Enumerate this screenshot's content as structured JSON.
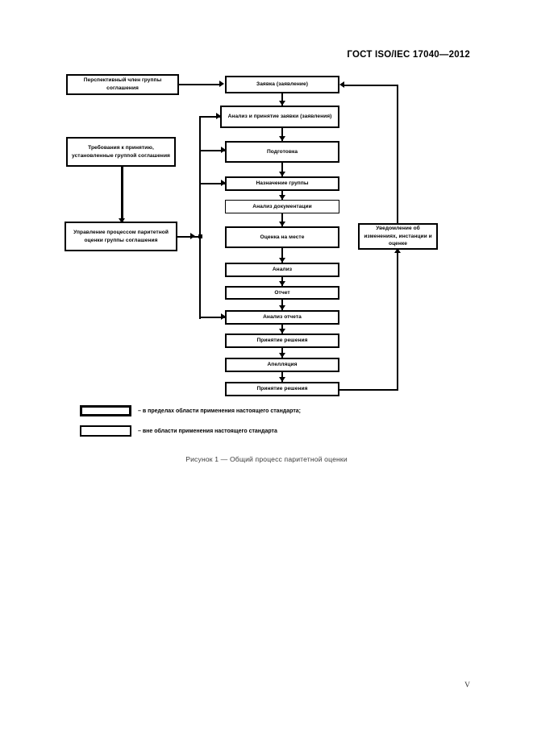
{
  "header": {
    "standard_title": "ГОСТ ISO/IEC 17040—2012"
  },
  "figure": {
    "left_boxes": [
      {
        "id": "prospective-member",
        "text": "Перспективный член группы соглашения"
      },
      {
        "id": "acceptance-requirements",
        "text": "Требования к принятию, установленные группой соглашения"
      },
      {
        "id": "process-management",
        "text": "Управление процессом паритетной оценки группы соглашения"
      }
    ],
    "main_boxes": [
      {
        "id": "application",
        "text": "Заявка (заявление)"
      },
      {
        "id": "application-review",
        "text": "Анализ и принятие заявки (заявления)"
      },
      {
        "id": "preparation",
        "text": "Подготовка"
      },
      {
        "id": "team-appointment",
        "text": "Назначение группы"
      },
      {
        "id": "document-review",
        "text": "Анализ документации"
      },
      {
        "id": "on-site-assessment",
        "text": "Оценка на месте"
      },
      {
        "id": "analysis",
        "text": "Анализ"
      },
      {
        "id": "report",
        "text": "Отчет"
      },
      {
        "id": "report-review",
        "text": "Анализ отчета"
      },
      {
        "id": "decision-making",
        "text": "Принятие решения"
      },
      {
        "id": "appeal",
        "text": "Апелляция"
      },
      {
        "id": "final-decision",
        "text": "Принятие решения"
      }
    ],
    "right_boxes": [
      {
        "id": "notification",
        "text": "Уведомление об изменениях, инстанции и оценке"
      }
    ],
    "legend": [
      {
        "id": "in-scope",
        "text": "– в пределах области применения настоящего стандарта;"
      },
      {
        "id": "out-of-scope",
        "text": "– вне области применения настоящего стандарта"
      }
    ],
    "caption": "Рисунок 1 — Общий процесс паритетной оценки"
  },
  "footer": {
    "page_number": "V"
  },
  "colors": {
    "ink": "#000000",
    "paper": "#ffffff",
    "caption": "#3a3a3a"
  }
}
